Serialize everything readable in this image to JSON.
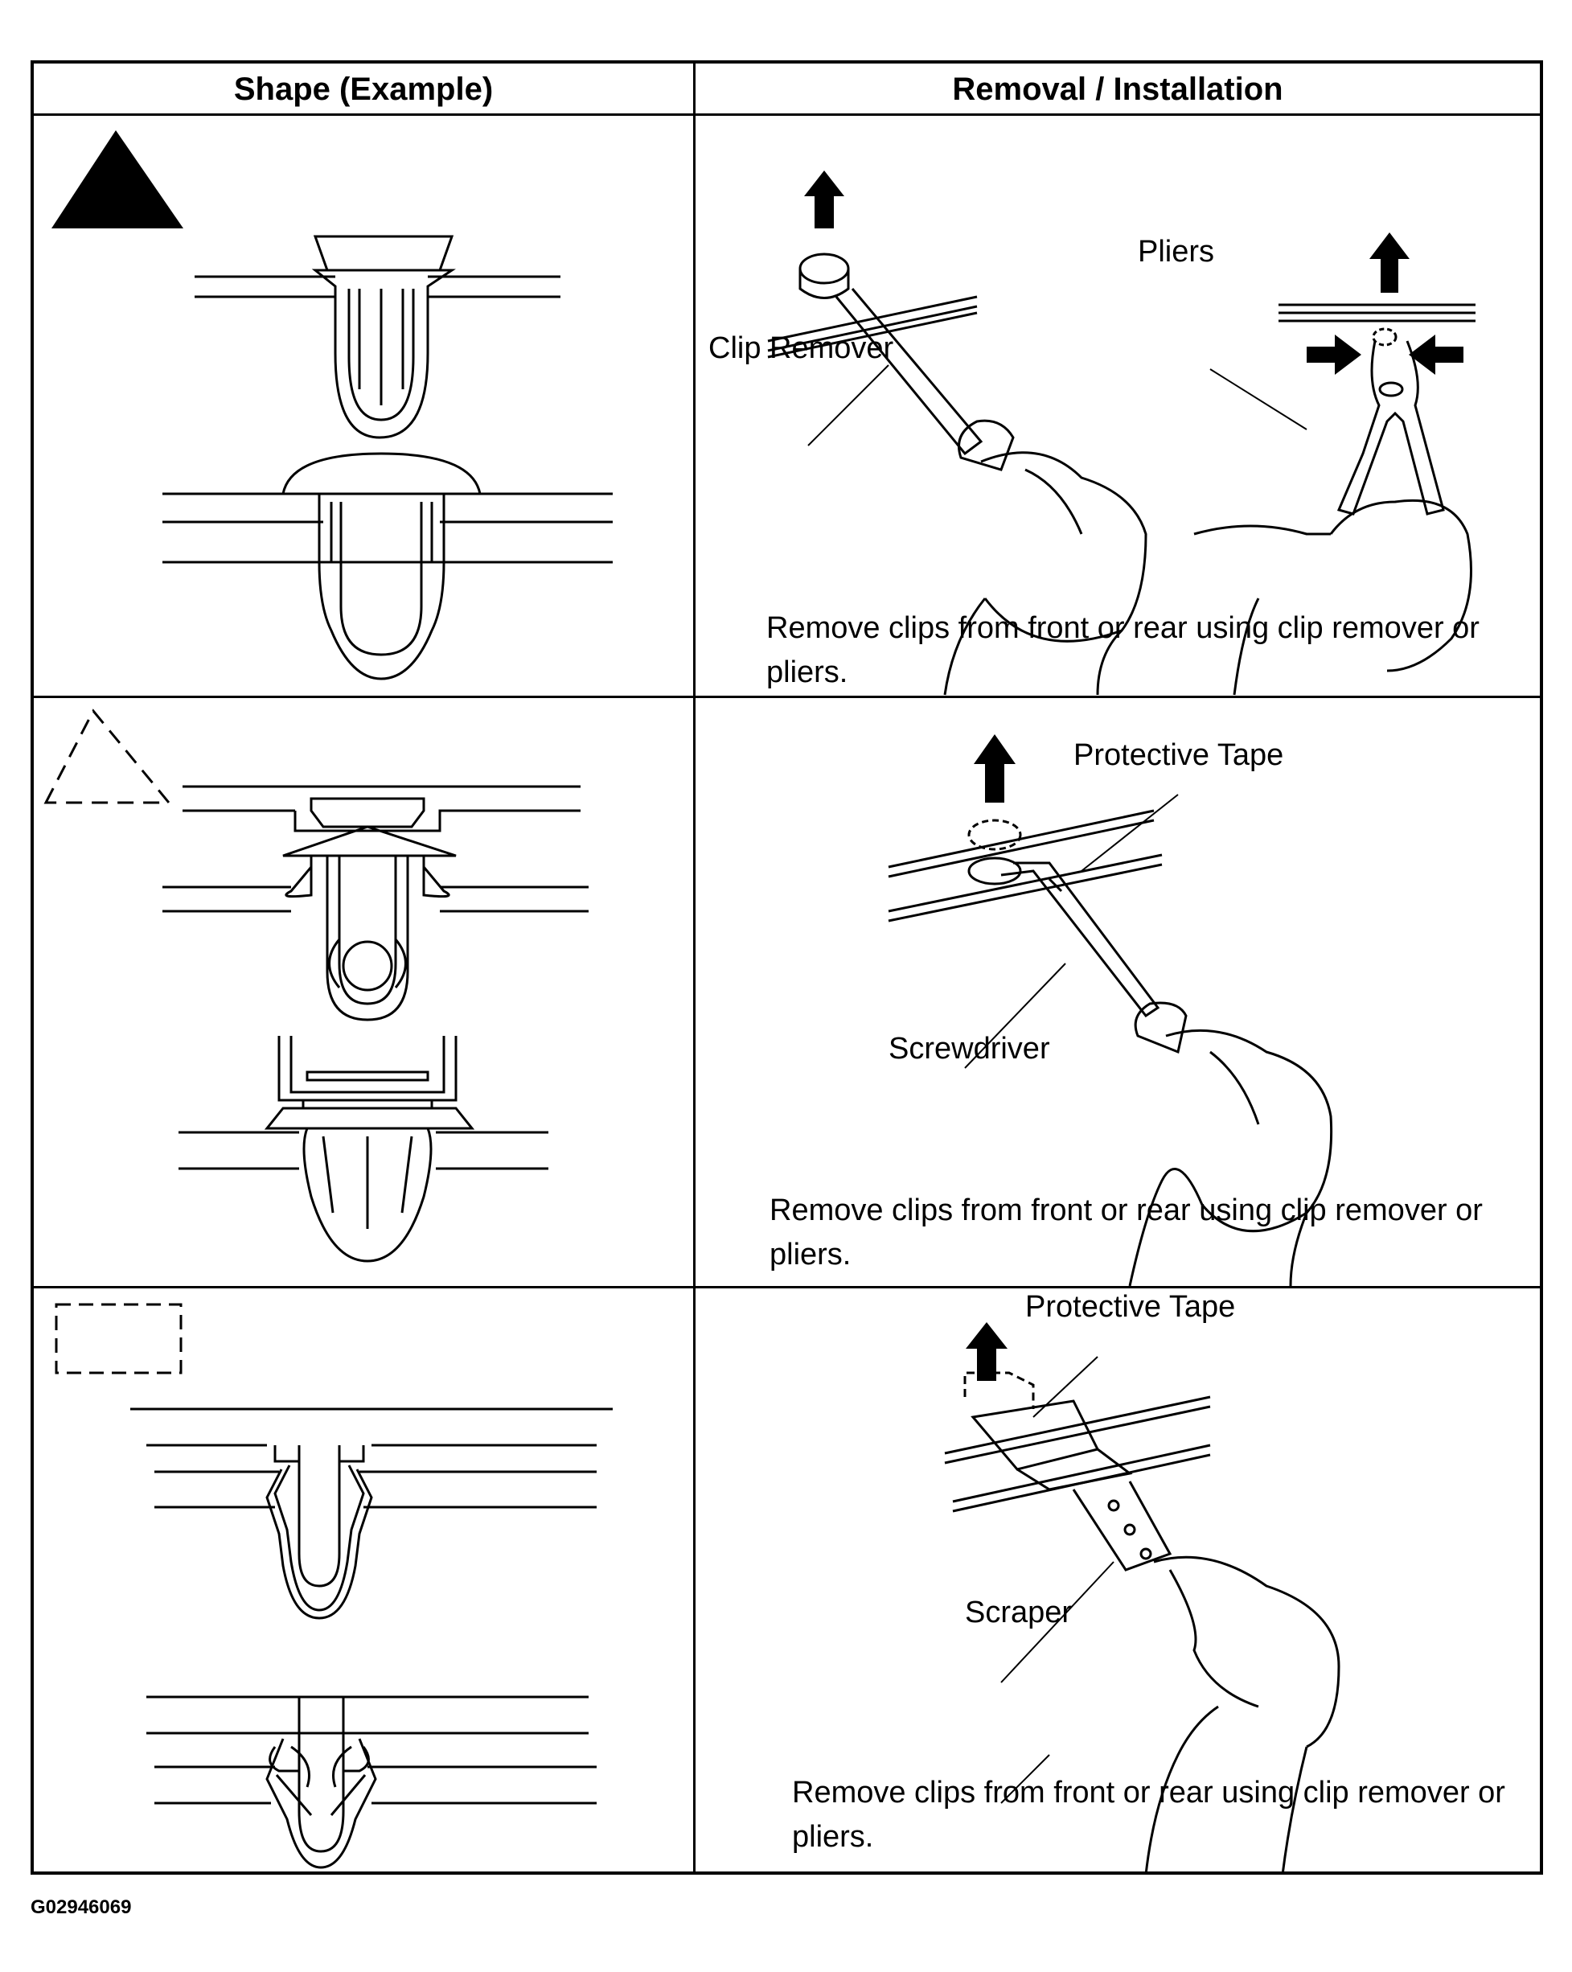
{
  "table": {
    "headers": {
      "shape": "Shape (Example)",
      "removal": "Removal / Installation"
    },
    "rows": [
      {
        "symbol": "solid-triangle",
        "labels": {
          "tool": "Clip Remover",
          "tool2": "Pliers"
        },
        "instruction": "Remove clips from front or rear using clip remover or pliers."
      },
      {
        "symbol": "dashed-triangle",
        "labels": {
          "tape": "Protective Tape",
          "tool": "Screwdriver"
        },
        "instruction": "Remove clips from front or rear using clip remover or pliers."
      },
      {
        "symbol": "dashed-rectangle",
        "labels": {
          "tape": "Protective Tape",
          "tool": "Scraper"
        },
        "instruction": "Remove clips from front or rear using clip remover or pliers."
      }
    ]
  },
  "figure_id": "G02946069"
}
